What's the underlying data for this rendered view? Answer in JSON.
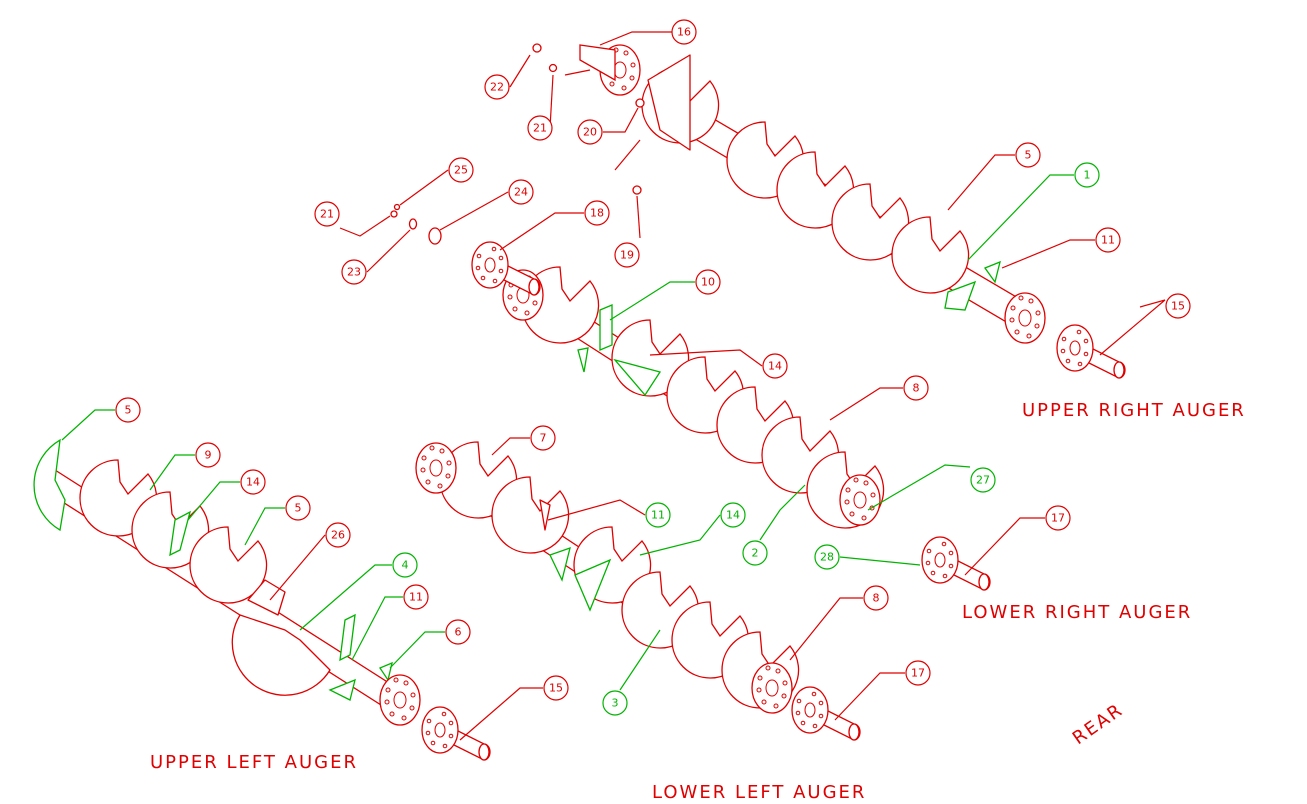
{
  "labels": {
    "upper_right": "UPPER RIGHT AUGER",
    "lower_right": "LOWER RIGHT AUGER",
    "upper_left": "UPPER LEFT AUGER",
    "lower_left": "LOWER LEFT AUGER",
    "rear": "REAR"
  },
  "callout_color": {
    "red": "#e00000",
    "green": "#00b400"
  },
  "callouts": {
    "ur_16": "16",
    "ur_22": "22",
    "ur_21": "21",
    "ur_20": "20",
    "ur_19": "19",
    "ur_5": "5",
    "ur_1": "1",
    "ur_11": "11",
    "ur_15": "15",
    "lr_25": "25",
    "lr_24": "24",
    "lr_21": "21",
    "lr_23": "23",
    "lr_18": "18",
    "lr_10": "10",
    "lr_14": "14",
    "lr_8": "8",
    "lr_27": "27",
    "lr_2": "2",
    "lr_28": "28",
    "lr_17": "17",
    "ul_5a": "5",
    "ul_9": "9",
    "ul_14": "14",
    "ul_5b": "5",
    "ul_26": "26",
    "ul_4": "4",
    "ul_11": "11",
    "ul_6": "6",
    "ul_15": "15",
    "ll_7": "7",
    "ll_11": "11",
    "ll_14": "14",
    "ll_3": "3",
    "ll_8": "8",
    "ll_17": "17"
  }
}
